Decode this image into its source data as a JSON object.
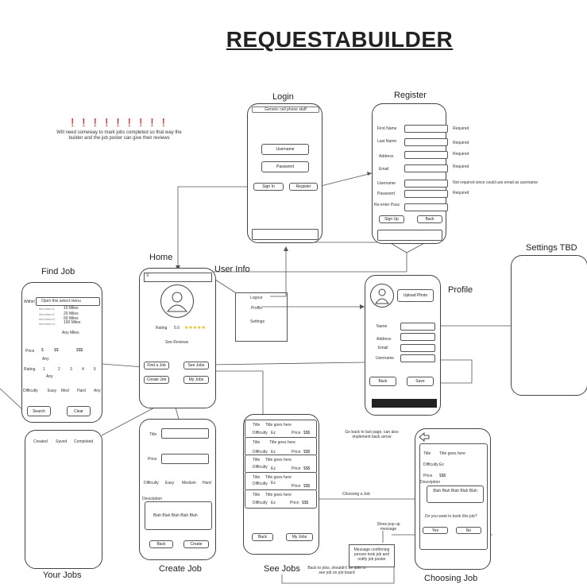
{
  "title": "REQUESTABUILDER",
  "note": {
    "bangs": "! ! ! !  !  !  ! ! !",
    "text": "Will need someway to mark jobs completed so that way the builder and the job poster can give their reviews"
  },
  "labels": {
    "login": "Login",
    "register": "Register",
    "home": "Home",
    "user_info": "User Info",
    "find_job": "Find Job",
    "profile": "Profile",
    "settings": "Settings TBD",
    "your_jobs": "Your Jobs",
    "create_job": "Create Job",
    "see_jobs": "See Jobs",
    "choosing_job": "Choosing Job"
  },
  "login": {
    "header": "Generic cell phone stuff",
    "username": "Username",
    "password": "Password",
    "sign_in": "Sign In",
    "register": "Register"
  },
  "register": {
    "first": "First Name",
    "last": "Last Name",
    "address": "Address",
    "email": "Email",
    "username": "Username",
    "password": "Password",
    "reenter": "Re-enter Pass",
    "req": "Required",
    "uname_note": "Not required since could use email as username",
    "signup": "Sign Up",
    "back": "Back"
  },
  "home": {
    "rating": "Rating",
    "rating_val": "5.0",
    "stars": "★★★★★",
    "see_reviews": "See Reviews",
    "find": "Find a Job",
    "see": "See Jobs",
    "create": "Create Job",
    "my": "My Jobs"
  },
  "userinfo": {
    "logout": "Logout",
    "profile": "Profile",
    "settings": "Settings"
  },
  "find": {
    "within": "Within",
    "select": "Open this select menu",
    "o1": "10 Miles",
    "o2": "20 Miles",
    "o3": "50 Miles",
    "o4": "100 Miles",
    "m1": "Menuitem1",
    "m2": "Menuitem2",
    "m3": "Menuitem3",
    "m4": "Menuitem4",
    "any_miles": "Any Miles",
    "price": "Price",
    "p1": "$",
    "p2": "$$",
    "p3": "$$$",
    "any": "Any",
    "rating": "Rating",
    "r1": "1",
    "r2": "2",
    "r3": "3",
    "r4": "4",
    "r5": "5",
    "difficulty": "Difficulty",
    "easy": "Easy",
    "med": "Med",
    "hard": "Hard",
    "search": "Search",
    "clear": "Clear"
  },
  "profile": {
    "upload": "Upload Photo",
    "name": "Name",
    "address": "Address",
    "email": "Email",
    "username": "Username",
    "back": "Back",
    "save": "Save"
  },
  "yourjobs": {
    "created": "Created",
    "saved": "Saved",
    "completed": "Completed"
  },
  "create": {
    "title": "Title",
    "price": "Price",
    "difficulty": "Difficulty",
    "easy": "Easy",
    "medium": "Medium",
    "hard": "Hard",
    "description": "Description",
    "blah": "Blah Blah Blah Blah Blah",
    "back": "Back",
    "create": "Create"
  },
  "seejobs": {
    "t": "Title",
    "tg": "Title goes here",
    "diff": "Difficulty",
    "ez": "Ez",
    "price": "Price",
    "dollars": "$$$",
    "back": "Back",
    "my": "My Jobs"
  },
  "choosing": {
    "title": "Title",
    "tg": "Title goes here",
    "diff": "Difficulty",
    "ez": "Ez",
    "price": "Price",
    "dollars": "$$$",
    "desc": "Description",
    "blah": "Blah Blah Blah Blah Blah",
    "question": "Do you want to book this job?",
    "yes": "Yes",
    "no": "No"
  },
  "annotations": {
    "back_note": "Go back to last page, can also implement back arrow",
    "choosing": "Choosing a Job",
    "popup": "Show pop up message",
    "message": "Message confirming person took job and notify job poster",
    "backjobs": "Back to jobs, shouldn't be able to see job on job board"
  }
}
